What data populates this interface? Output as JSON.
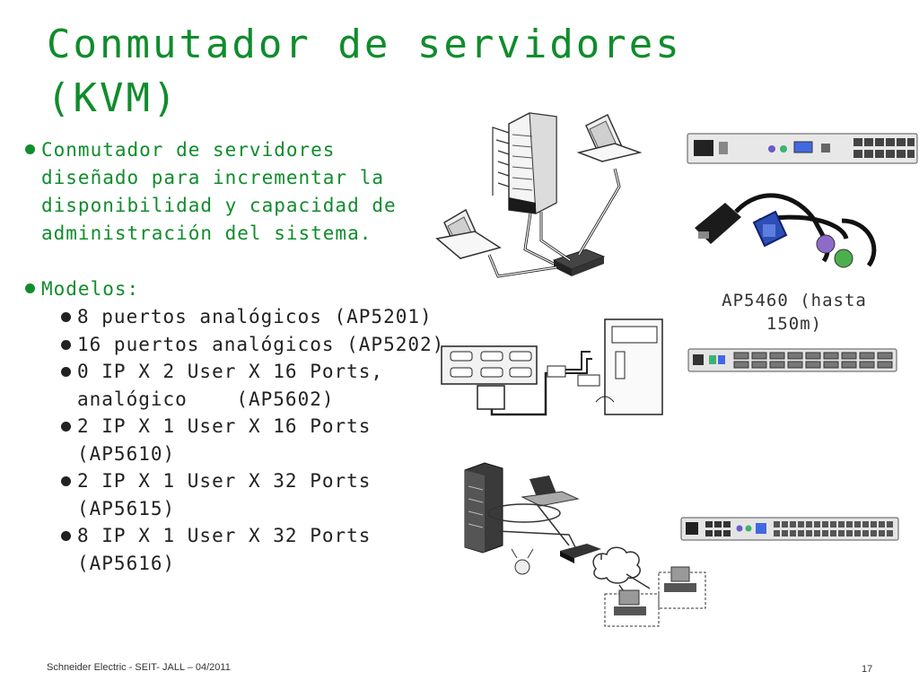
{
  "slide": {
    "title_line1": "Conmutador de servidores",
    "title_line2": "(KVM)",
    "bullets": {
      "intro": "Conmutador de servidores diseñado para incrementar la disponibilidad y capacidad de administración del sistema.",
      "models_label": "Modelos:",
      "models": [
        "8 puertos analógicos (AP5201)",
        "16 puertos analógicos (AP5202)",
        "0 IP X 2 User X 16 Ports, analógico    (AP5602)",
        "2 IP X 1 User X 16 Ports (AP5610)",
        "2 IP X 1 User X 32 Ports (AP5615)",
        "8 IP X 1 User X 32 Ports (AP5616)"
      ]
    },
    "caption": "AP5460 (hasta 150m)",
    "footer_left": "Schneider Electric - SEIT- JALL – 04/2011",
    "page_number": "17"
  }
}
